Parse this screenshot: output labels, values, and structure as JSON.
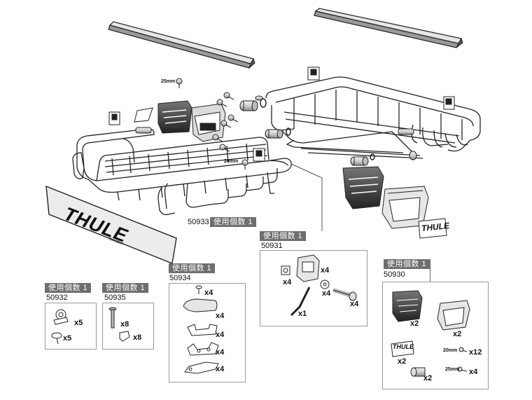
{
  "tag_text": "使用個数 1",
  "part_numbers": {
    "p50933": "50933",
    "p50931": "50931",
    "p50930": "50930",
    "p50934": "50934",
    "p50932": "50932",
    "p50935": "50935"
  },
  "brand": {
    "logo_text": "THULE",
    "logo_sub": "Sweden"
  },
  "dimensions": {
    "d25": "25mm",
    "d20": "20mm"
  },
  "kit_50932": {
    "q1": "x5",
    "q2": "x5"
  },
  "kit_50935": {
    "q1": "x8",
    "q2": "x8"
  },
  "kit_50934": {
    "q1": "x4",
    "q2": "x4",
    "q3": "x4",
    "q4": "x4",
    "q5": "x4"
  },
  "kit_50931": {
    "q_clamp": "x4",
    "q_nut": "x4",
    "q_washer": "x4",
    "q_bolt": "x4",
    "q_key": "x1"
  },
  "kit_50930": {
    "q_end1": "x2",
    "q_end2": "x2",
    "q_plate": "x2",
    "q_20mm": "x12",
    "q_cap": "x2",
    "q_25mm": "x4"
  }
}
